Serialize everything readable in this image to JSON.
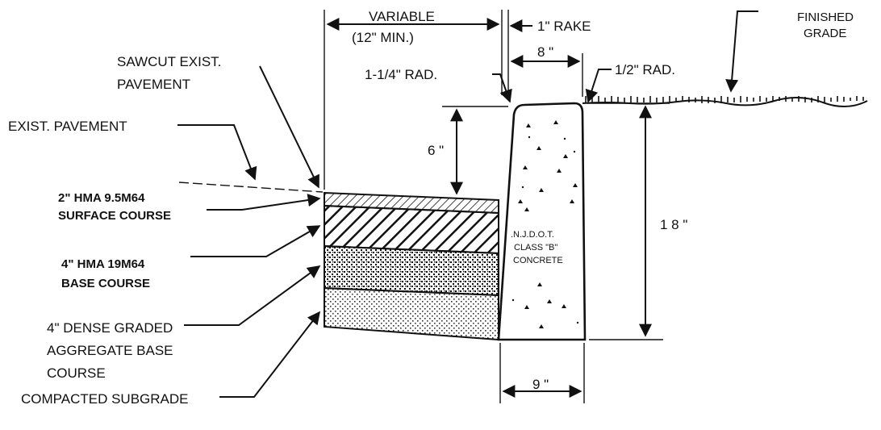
{
  "labels": {
    "variable": "VARIABLE",
    "min": "(12\"  MIN.)",
    "rake": "1\" RAKE",
    "finished_1": "FINISHED",
    "finished_2": "GRADE",
    "sawcut_1": "SAWCUT EXIST.",
    "sawcut_2": "PAVEMENT",
    "rad_large": "1-1/4\"   RAD.",
    "width_top": "8 \"",
    "rad_small": "1/2\"   RAD.",
    "exist_pavement": "EXIST. PAVEMENT",
    "reveal": "6 \"",
    "surface_1": "2\" HMA 9.5M64",
    "surface_2": "SURFACE COURSE",
    "height": "1 8 \"",
    "base_1": "4\" HMA 19M64",
    "base_2": "BASE COURSE",
    "aggregate_1": "4\" DENSE GRADED",
    "aggregate_2": "AGGREGATE BASE",
    "aggregate_3": "COURSE",
    "width_bottom": "9 \"",
    "subgrade": "COMPACTED SUBGRADE",
    "concrete_1": ".N.J.D.O.T.",
    "concrete_2": "CLASS \"B\"",
    "concrete_3": "CONCRETE"
  },
  "colors": {
    "ink": "#111111",
    "background": "#ffffff"
  }
}
